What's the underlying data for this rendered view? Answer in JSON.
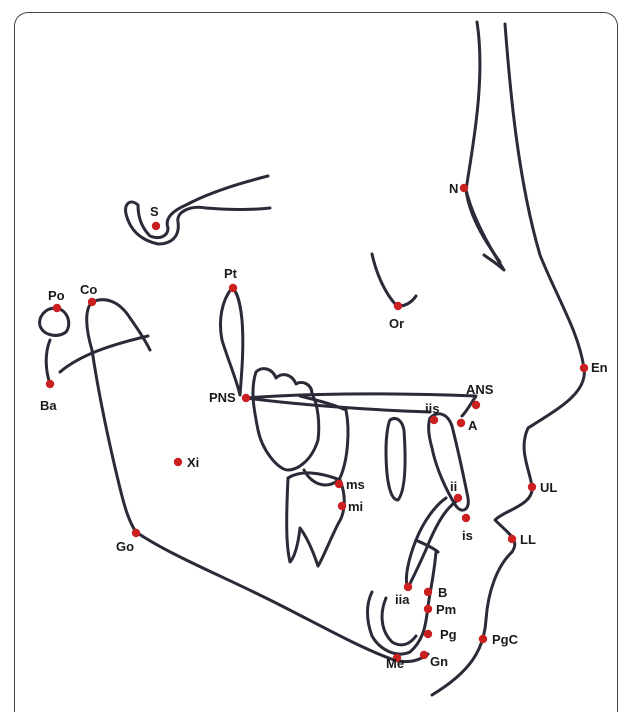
{
  "colors": {
    "point": "#cc1f1f",
    "line": "#2a2a38"
  },
  "landmarks": [
    {
      "id": "S",
      "label": "S"
    },
    {
      "id": "N",
      "label": "N"
    },
    {
      "id": "Po",
      "label": "Po"
    },
    {
      "id": "Co",
      "label": "Co"
    },
    {
      "id": "Pt",
      "label": "Pt"
    },
    {
      "id": "Or",
      "label": "Or"
    },
    {
      "id": "Ba",
      "label": "Ba"
    },
    {
      "id": "En",
      "label": "En"
    },
    {
      "id": "PNS",
      "label": "PNS"
    },
    {
      "id": "ANS",
      "label": "ANS"
    },
    {
      "id": "iis",
      "label": "iis"
    },
    {
      "id": "A",
      "label": "A"
    },
    {
      "id": "Xi",
      "label": "Xi"
    },
    {
      "id": "ms",
      "label": "ms"
    },
    {
      "id": "mi",
      "label": "mi"
    },
    {
      "id": "ii",
      "label": "ii"
    },
    {
      "id": "UL",
      "label": "UL"
    },
    {
      "id": "is",
      "label": "is"
    },
    {
      "id": "LL",
      "label": "LL"
    },
    {
      "id": "Go",
      "label": "Go"
    },
    {
      "id": "iia",
      "label": "iia"
    },
    {
      "id": "B",
      "label": "B"
    },
    {
      "id": "Pm",
      "label": "Pm"
    },
    {
      "id": "Pg",
      "label": "Pg"
    },
    {
      "id": "PgC",
      "label": "PgC"
    },
    {
      "id": "Me",
      "label": "Me"
    },
    {
      "id": "Gn",
      "label": "Gn"
    }
  ]
}
